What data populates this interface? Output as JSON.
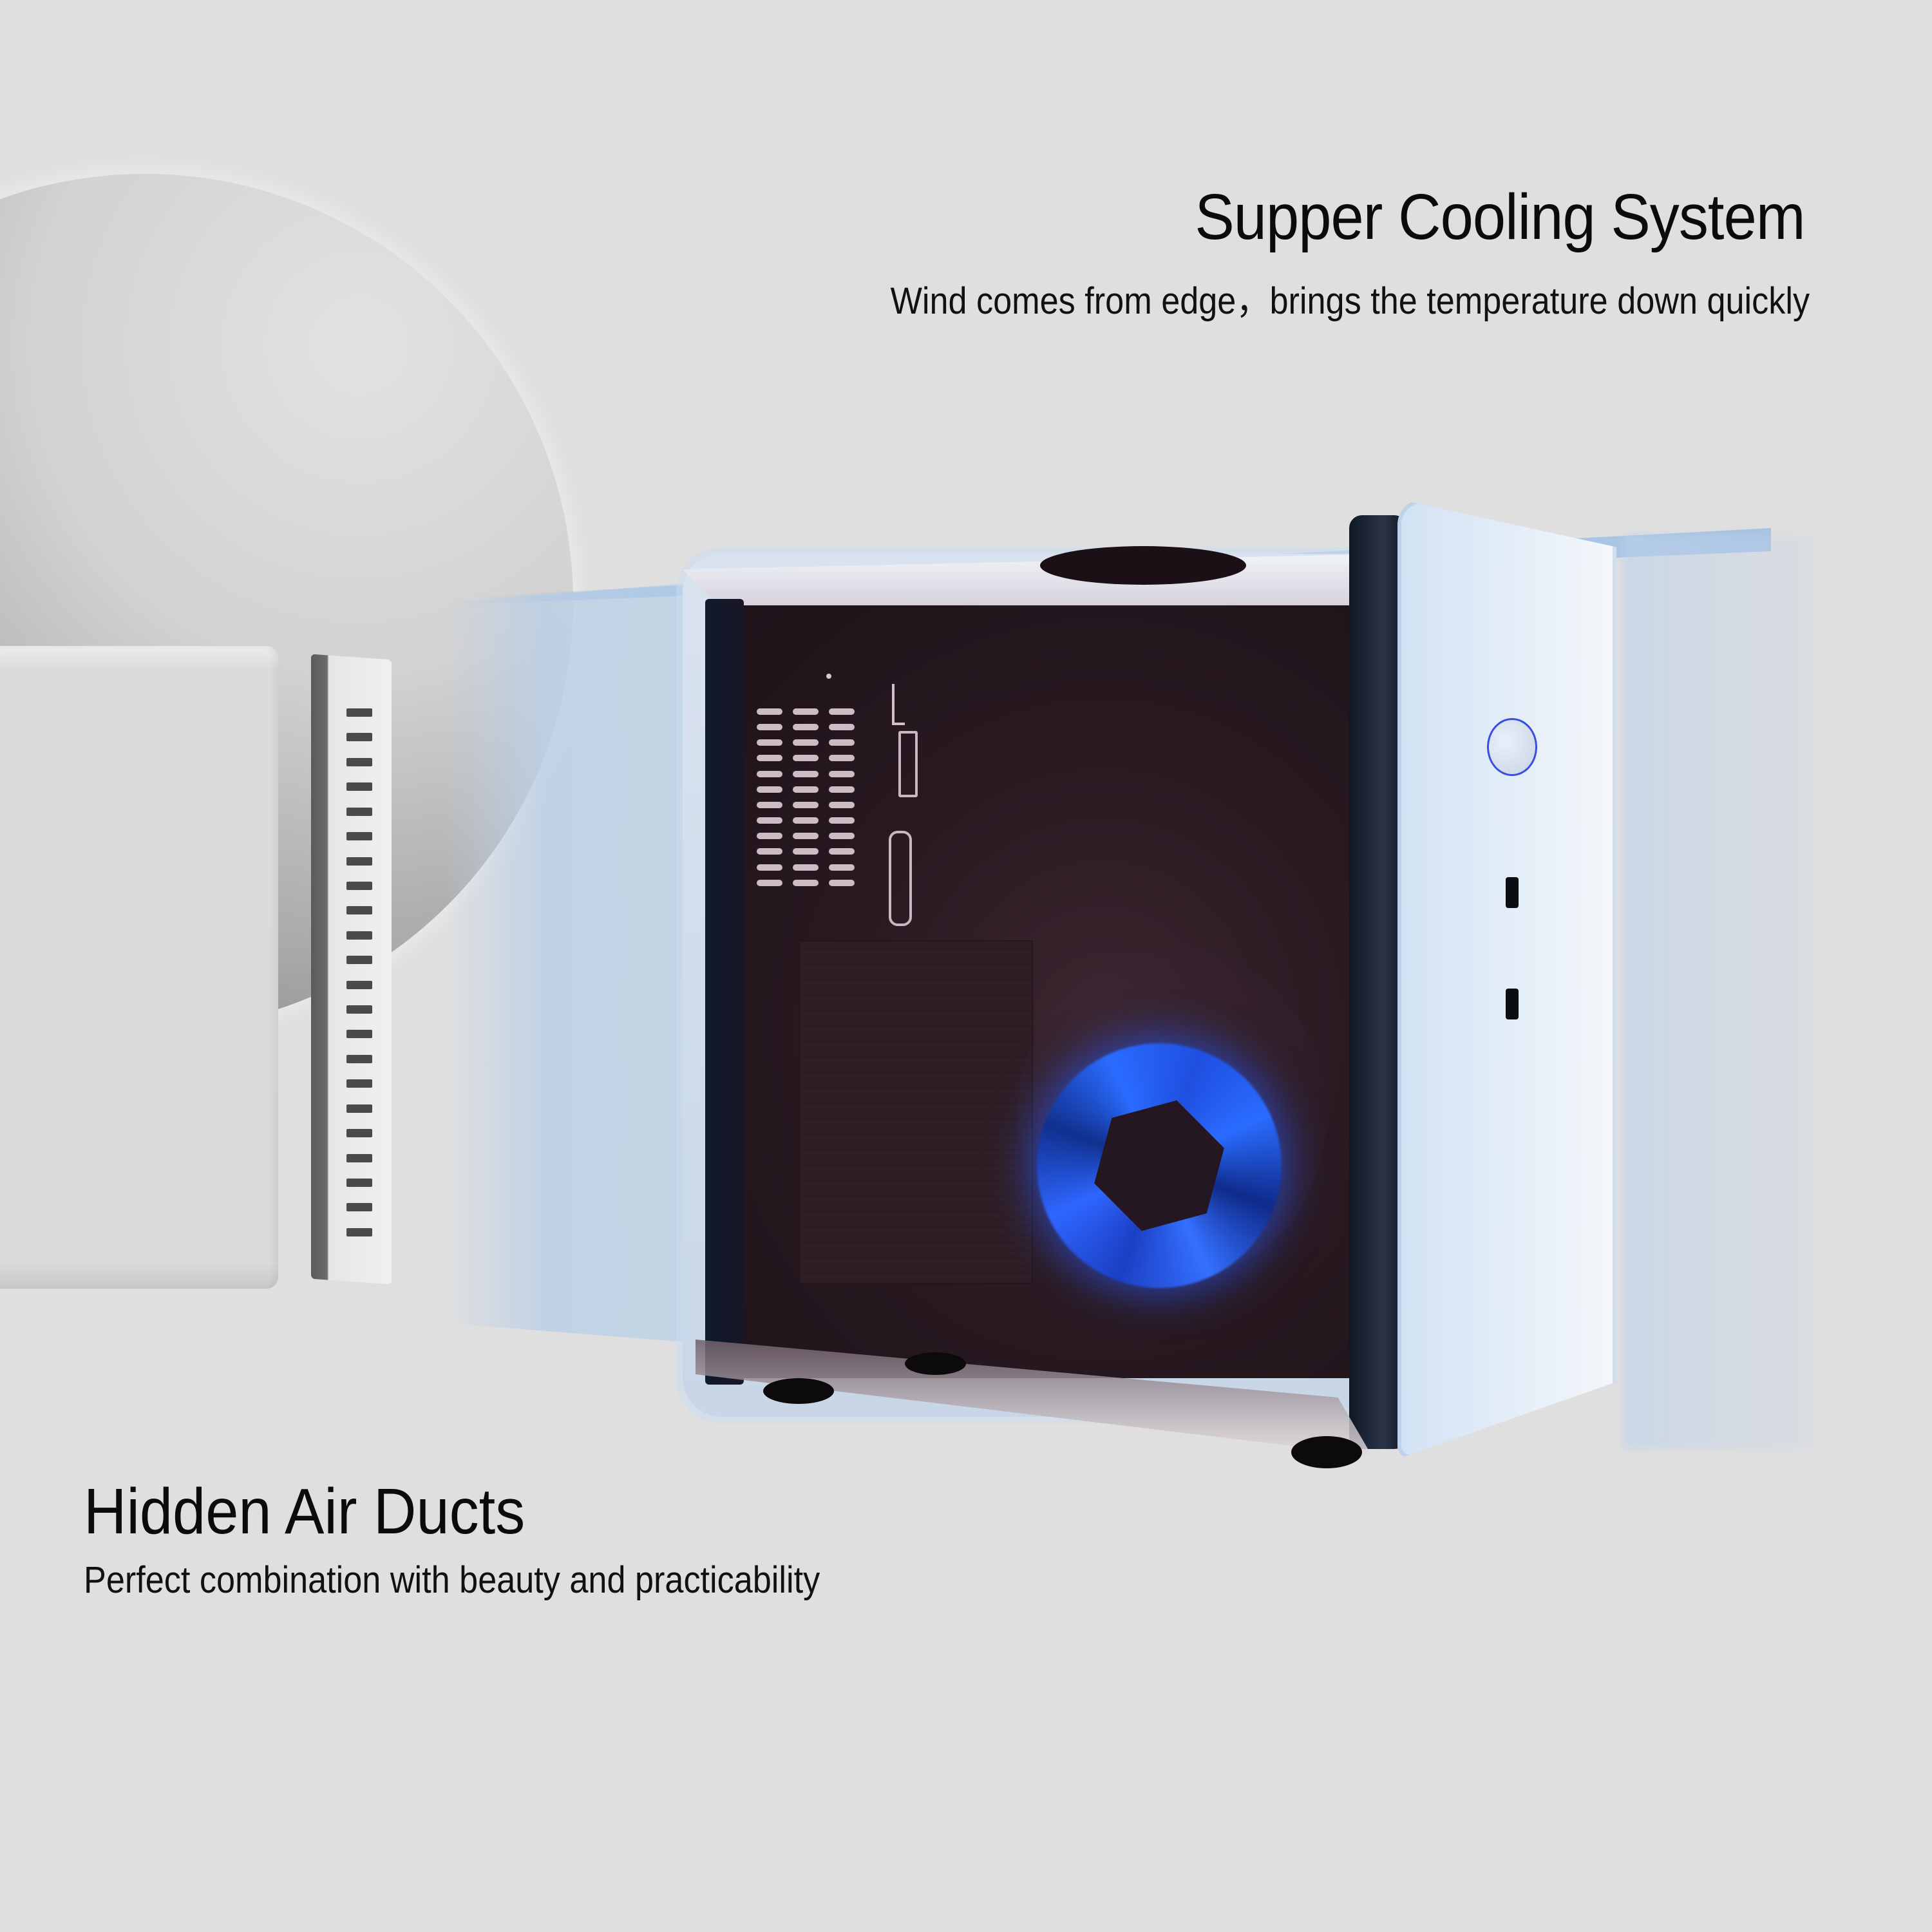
{
  "headline_top": {
    "title": "Supper Cooling System",
    "subtitle": "Wind comes from edge，brings the temperature down quickly"
  },
  "headline_bottom": {
    "title": "Hidden Air Ducts",
    "subtitle": "Perfect combination with beauty and practicability"
  },
  "product": {
    "front_panel": {
      "power_button_ring_color": "#3a4ee0",
      "usb_c_ports": 2
    },
    "fan_glow_color": "#2a6cff",
    "side_vent_slots": 22,
    "io_grille_rows": 12
  },
  "colors": {
    "background": "#dfdfdf",
    "airflow_blue": "#c5d5e5",
    "text": "#0b0b0b"
  }
}
